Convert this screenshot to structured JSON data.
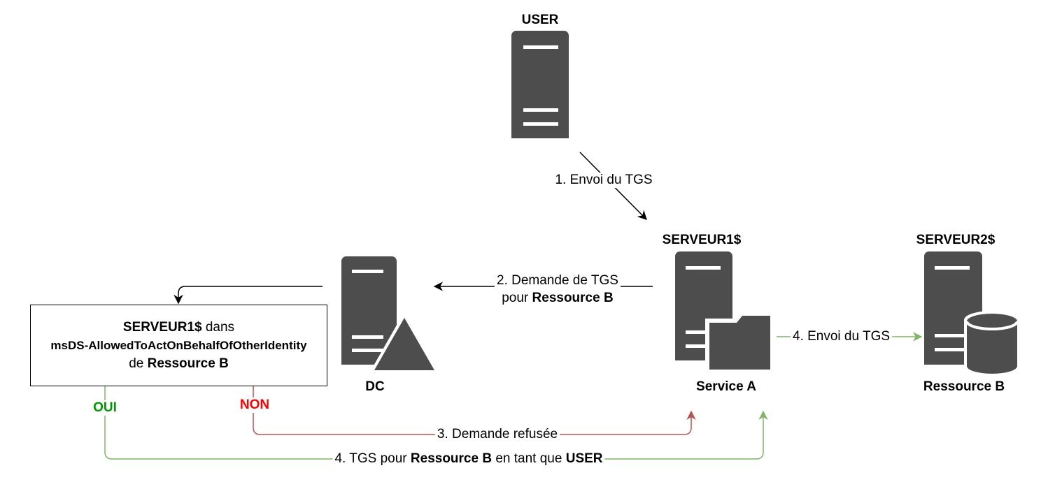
{
  "colors": {
    "server": "#4d4d4d",
    "arrow_black": "#000000",
    "arrow_red": "#b85450",
    "arrow_green": "#82b366",
    "oui": "#009900",
    "non": "#ff0000"
  },
  "nodes": {
    "user": {
      "title": "USER",
      "icon": "server-icon"
    },
    "dc": {
      "caption": "DC",
      "icon": "domain-controller-icon"
    },
    "service_a": {
      "title": "SERVEUR1$",
      "caption": "Service A",
      "icon": "server-folder-icon"
    },
    "ressource_b": {
      "title": "SERVEUR2$",
      "caption": "Ressource B",
      "icon": "server-database-icon"
    }
  },
  "decision": {
    "line1_bold": "SERVEUR1$",
    "line1_rest": " dans",
    "line2": "msDS-AllowedToActOnBehalfOfOtherIdentity",
    "line3_prefix": "de ",
    "line3_bold": "Ressource B"
  },
  "edges": {
    "step1": "1. Envoi du TGS",
    "step2_line1": "2. Demande de TGS",
    "step2_prefix": "pour ",
    "step2_bold": "Ressource B",
    "step3": "3. Demande refusée",
    "step4a": "4. Envoi du TGS",
    "step4b_part1": "4. TGS pour ",
    "step4b_bold1": "Ressource B",
    "step4b_part2": " en tant que ",
    "step4b_bold2": "USER",
    "oui": "OUI",
    "non": "NON"
  }
}
